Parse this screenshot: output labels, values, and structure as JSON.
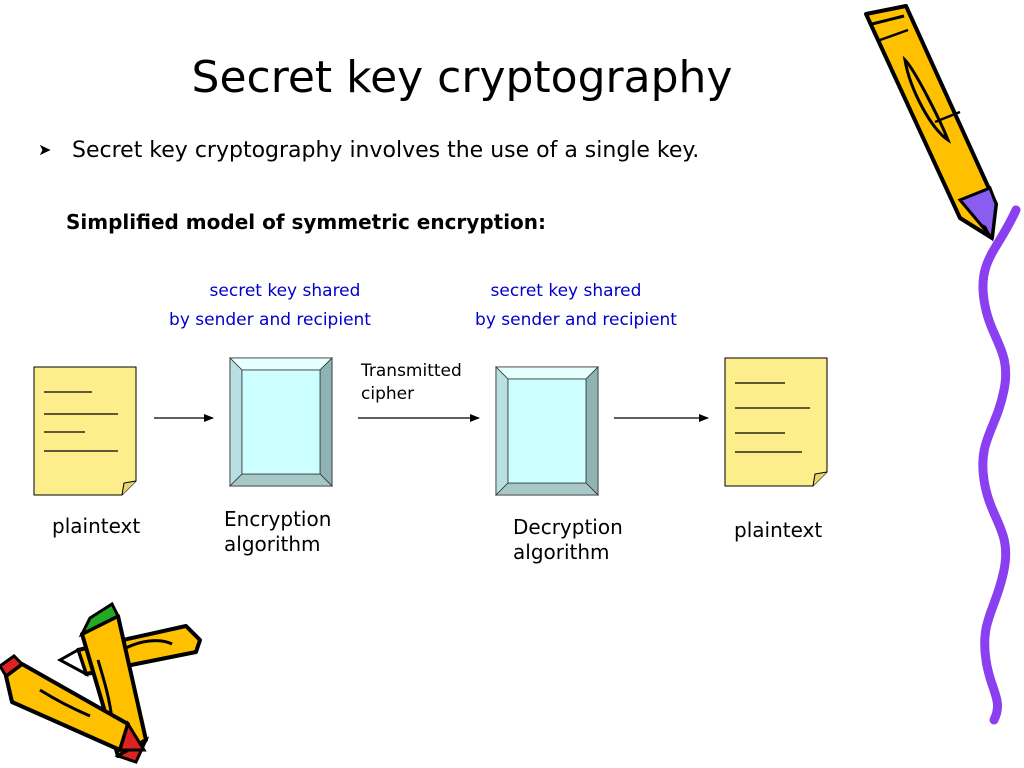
{
  "slide": {
    "title": "Secret key cryptography",
    "bullet": "Secret key cryptography involves the use of a single key.",
    "subtitle": "Simplified model of symmetric encryption:"
  },
  "diagram": {
    "key_note_left": {
      "line1": "secret key shared",
      "line2": "by sender and recipient"
    },
    "key_note_right": {
      "line1": "secret key shared",
      "line2": "by sender and recipient"
    },
    "transmitted": {
      "line1": "Transmitted",
      "line2": "cipher"
    },
    "plaintext_left": "plaintext",
    "encryption": {
      "line1": "Encryption",
      "line2": "algorithm"
    },
    "decryption": {
      "line1": "Decryption",
      "line2": "algorithm"
    },
    "plaintext_right": "plaintext"
  },
  "colors": {
    "document_fill": "#fdee8c",
    "algorithm_fill": "#ccffff",
    "algorithm_bevel": "#a6c8c8",
    "key_note_text": "#0000cc",
    "pencil_yellow": "#ffc000",
    "squiggle": "#8a3ff0"
  },
  "decorations": [
    "pencil-icon",
    "crossed-pencils-icon",
    "wavy-border"
  ]
}
